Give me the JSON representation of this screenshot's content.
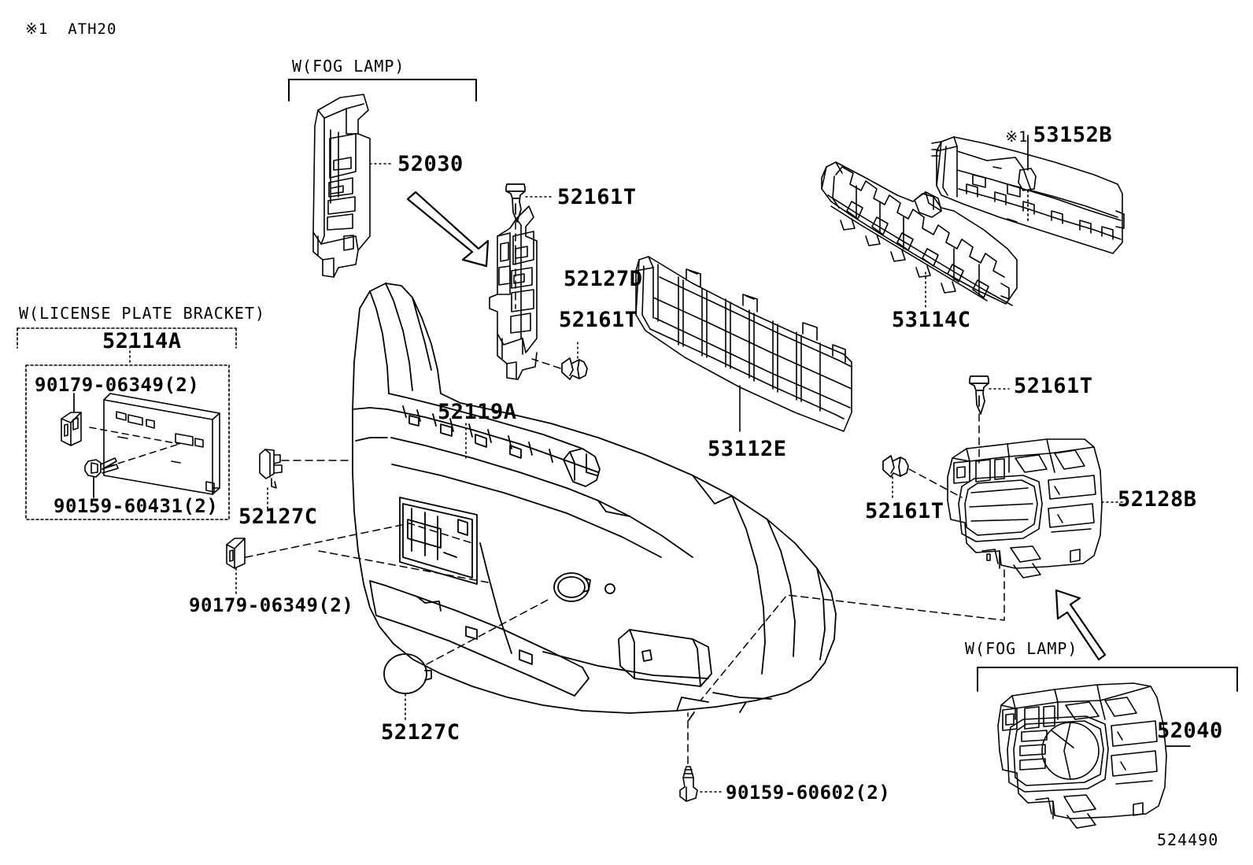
{
  "diagram": {
    "figure_number": "524490",
    "footnote": "※1  ATH20",
    "title_group_top": "W(FOG LAMP)",
    "title_group_left": "W(LICENSE PLATE BRACKET)",
    "title_group_bottom_right": "W(FOG LAMP)"
  },
  "parts": {
    "fog_bracket_lh": "52030",
    "retainer_upper": "52127D",
    "clip_a": "52161T",
    "clip_b": "52161T",
    "clip_c": "52161T",
    "clip_d": "52161T",
    "license_bracket": "52114A",
    "nut_plate_a": "90179-06349(2)",
    "bolt_plate": "90159-60431(2)",
    "clip_retainer_lh": "52127C",
    "nut_plate_b": "90179-06349(2)",
    "cap_towhook": "52127C",
    "bumper_cover": "52119A",
    "radiator_grille": "53112E",
    "grille_reinforcement": "53114C",
    "upper_seal": "53152B",
    "upper_seal_ref": "※1",
    "hole_cover_rh": "52128B",
    "fog_cover_rh": "52040",
    "screw_lower": "90159-60602(2)"
  }
}
